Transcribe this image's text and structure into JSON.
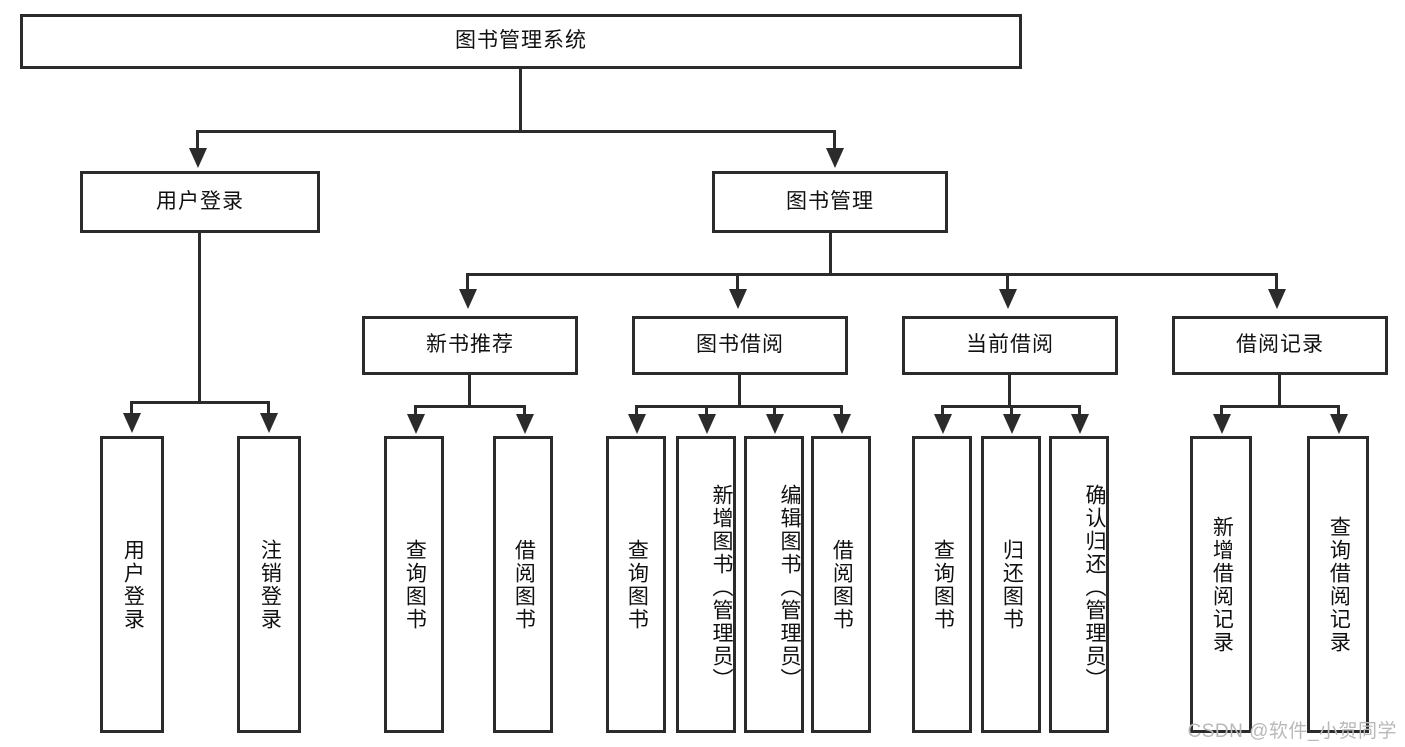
{
  "diagram": {
    "type": "tree",
    "title": "图书管理系统",
    "root": {
      "label": "图书管理系统"
    },
    "level1": [
      {
        "label": "用户登录"
      },
      {
        "label": "图书管理"
      }
    ],
    "level2": [
      {
        "label": "新书推荐",
        "parent": "图书管理"
      },
      {
        "label": "图书借阅",
        "parent": "图书管理"
      },
      {
        "label": "当前借阅",
        "parent": "图书管理"
      },
      {
        "label": "借阅记录",
        "parent": "图书管理"
      }
    ],
    "leaves": {
      "user_login": [
        {
          "label": "用户登录"
        },
        {
          "label": "注销登录"
        }
      ],
      "new_book_recommend": [
        {
          "label": "查询图书"
        },
        {
          "label": "借阅图书"
        }
      ],
      "book_borrow": [
        {
          "label": "查询图书"
        },
        {
          "label": "新增图书（管理员）"
        },
        {
          "label": "编辑图书（管理员）"
        },
        {
          "label": "借阅图书"
        }
      ],
      "current_borrow": [
        {
          "label": "查询图书"
        },
        {
          "label": "归还图书"
        },
        {
          "label": "确认归还（管理员）"
        }
      ],
      "borrow_record": [
        {
          "label": "新增借阅记录"
        },
        {
          "label": "查询借阅记录"
        }
      ]
    }
  },
  "watermark": {
    "text": "CSDN @软件_小贺同学"
  },
  "colors": {
    "stroke": "#2b2b2b",
    "background": "#ffffff",
    "text": "#111111",
    "watermark": "#b9b9b9"
  }
}
